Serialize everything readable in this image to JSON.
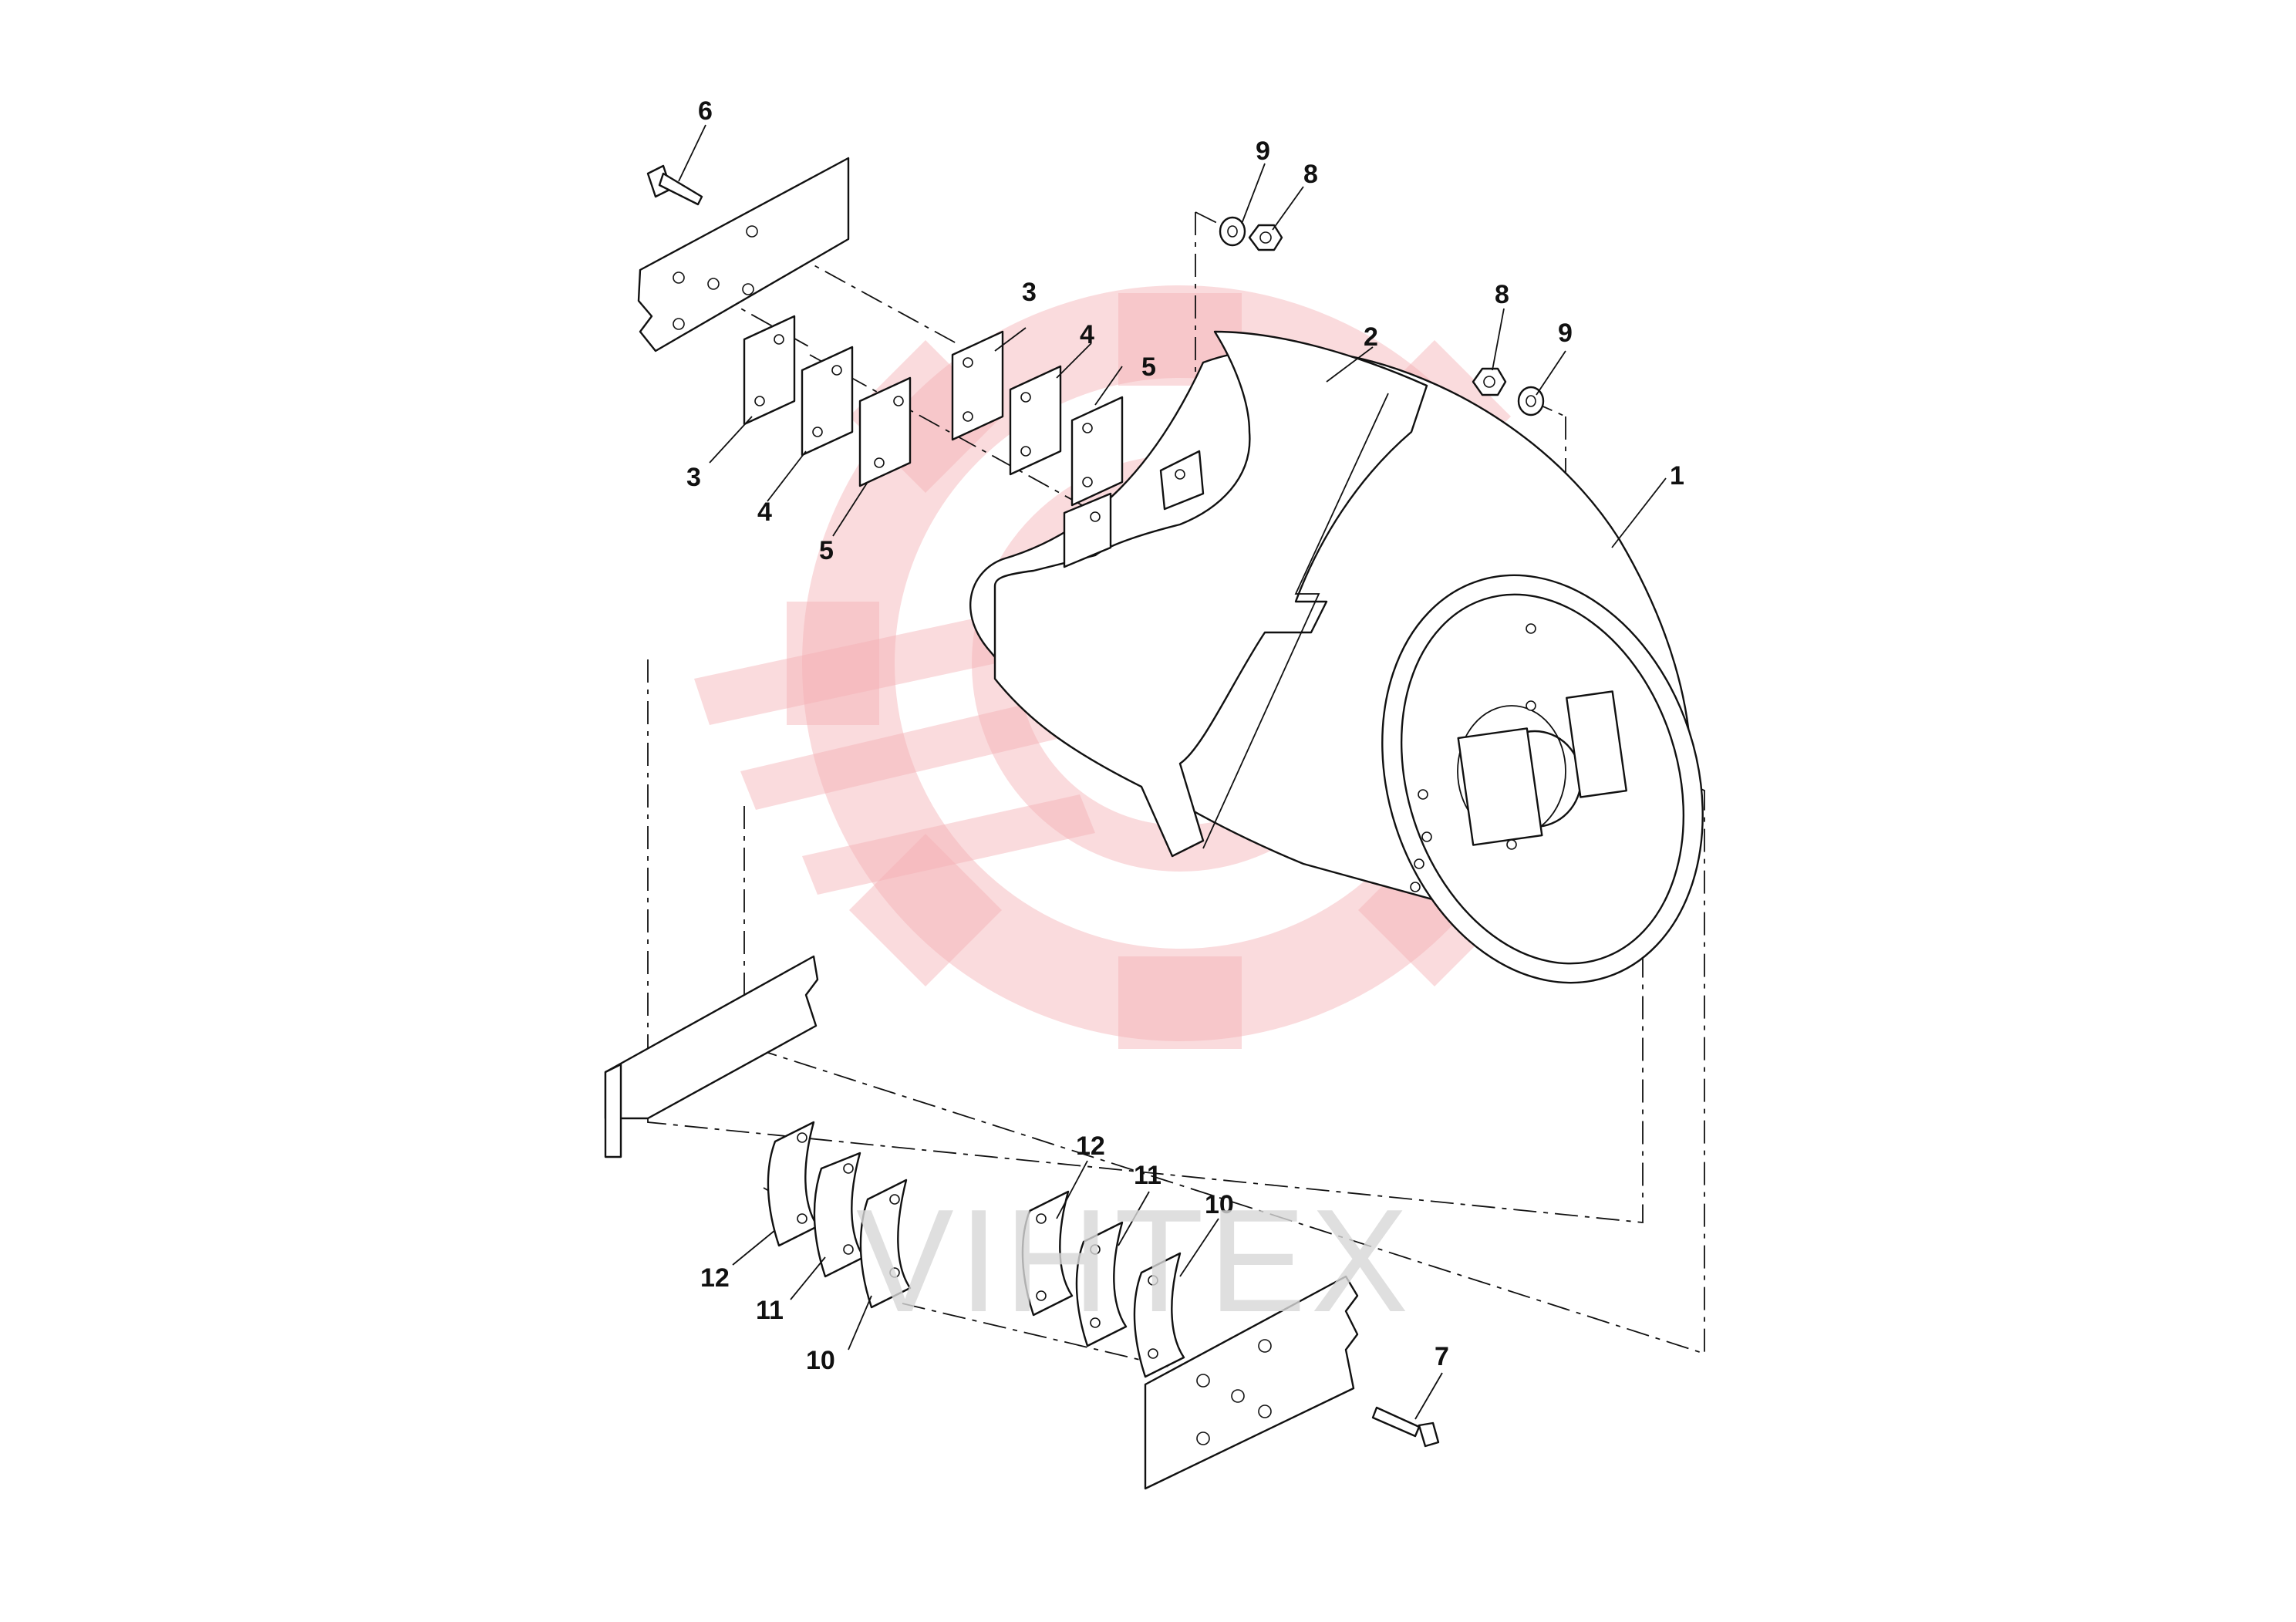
{
  "watermark": {
    "text": "VIHTEX",
    "logo": "gear-logo",
    "logo_color": "#f5b0b4",
    "text_color": "#d8d8d8"
  },
  "callouts": {
    "c1": "1",
    "c2": "2",
    "c3a": "3",
    "c3b": "3",
    "c4a": "4",
    "c4b": "4",
    "c5a": "5",
    "c5b": "5",
    "c6": "6",
    "c7": "7",
    "c8a": "8",
    "c8b": "8",
    "c9a": "9",
    "c9b": "9",
    "c10a": "10",
    "c10b": "10",
    "c11a": "11",
    "c11b": "11",
    "c12a": "12",
    "c12b": "12"
  }
}
